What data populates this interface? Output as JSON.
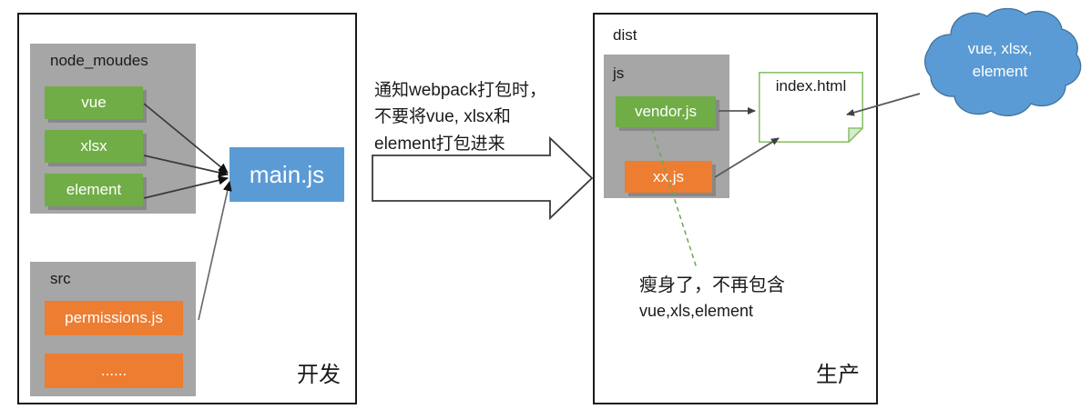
{
  "diagram": {
    "title_hidden": "webpack externals bundling diagram",
    "colors": {
      "green": "#70ad47",
      "orange": "#ed7d31",
      "blue": "#5b9bd5",
      "gray": "#a6a6a6",
      "outline": "#1a1a1a",
      "note_border": "#8ec26b",
      "dashed_green": "#6aa84f"
    }
  },
  "left_panel": {
    "stage_label": "开发",
    "folders": [
      {
        "name": "node_moudes"
      },
      {
        "name": "src"
      }
    ],
    "node_modules_files": [
      {
        "label": "vue",
        "color": "green"
      },
      {
        "label": "xlsx",
        "color": "green"
      },
      {
        "label": "element",
        "color": "green"
      }
    ],
    "src_files": [
      {
        "label": "permissions.js",
        "color": "orange"
      },
      {
        "label": "......",
        "color": "orange"
      }
    ],
    "entry": {
      "label": "main.js",
      "color": "blue"
    }
  },
  "center": {
    "arrow_text": "通知webpack打包时，\n不要将vue, xlsx和\nelement打包进来"
  },
  "right_panel": {
    "stage_label": "生产",
    "root_folder": "dist",
    "js_folder": "js",
    "js_files": [
      {
        "label": "vendor.js",
        "color": "green"
      },
      {
        "label": "xx.js",
        "color": "orange"
      }
    ],
    "html_note": {
      "label": "index.html"
    },
    "annotation_cn": "瘦身了，不再包含",
    "annotation_en": "vue,xls,element"
  },
  "cloud": {
    "label": "vue, xlsx,\nelement"
  }
}
